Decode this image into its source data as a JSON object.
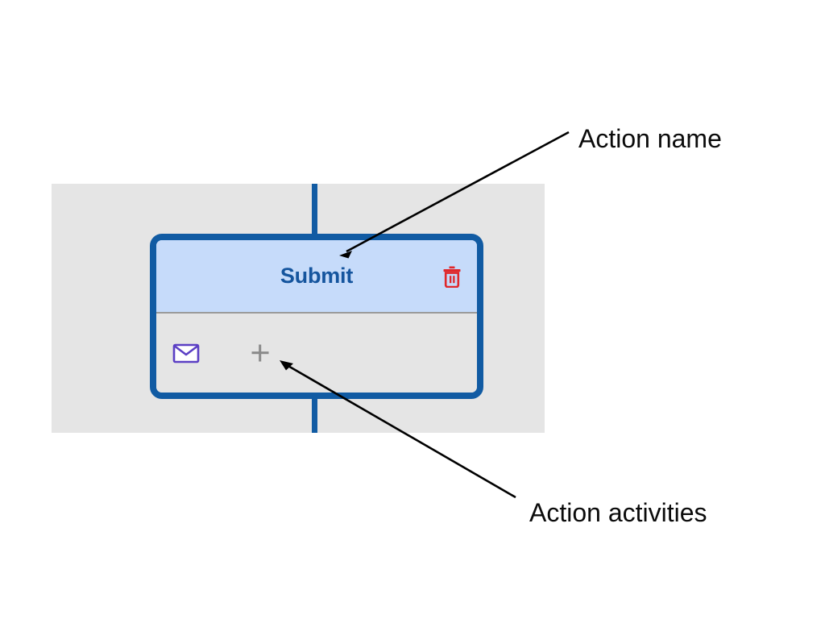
{
  "diagram": {
    "type": "workflow-action-node",
    "canvas_background": "#e5e5e5",
    "connector_color": "#115ba3",
    "node": {
      "title": "Submit",
      "title_color": "#15559e",
      "border_color": "#115ba3",
      "header_background": "#c6dbfa",
      "body_background": "#e5e5e5",
      "delete_icon": {
        "name": "trash-icon",
        "color": "#e0272b",
        "tooltip": "Delete"
      },
      "activities": [
        {
          "name": "email-icon",
          "label": "Email",
          "color": "#5b3fc4"
        }
      ],
      "add_activity": {
        "name": "plus-icon",
        "label": "+",
        "color": "#8a8a8a"
      }
    }
  },
  "annotations": [
    {
      "id": "action-name",
      "text": "Action name",
      "points_to": "node-title"
    },
    {
      "id": "action-activities",
      "text": "Action activities",
      "points_to": "node-activities"
    }
  ]
}
